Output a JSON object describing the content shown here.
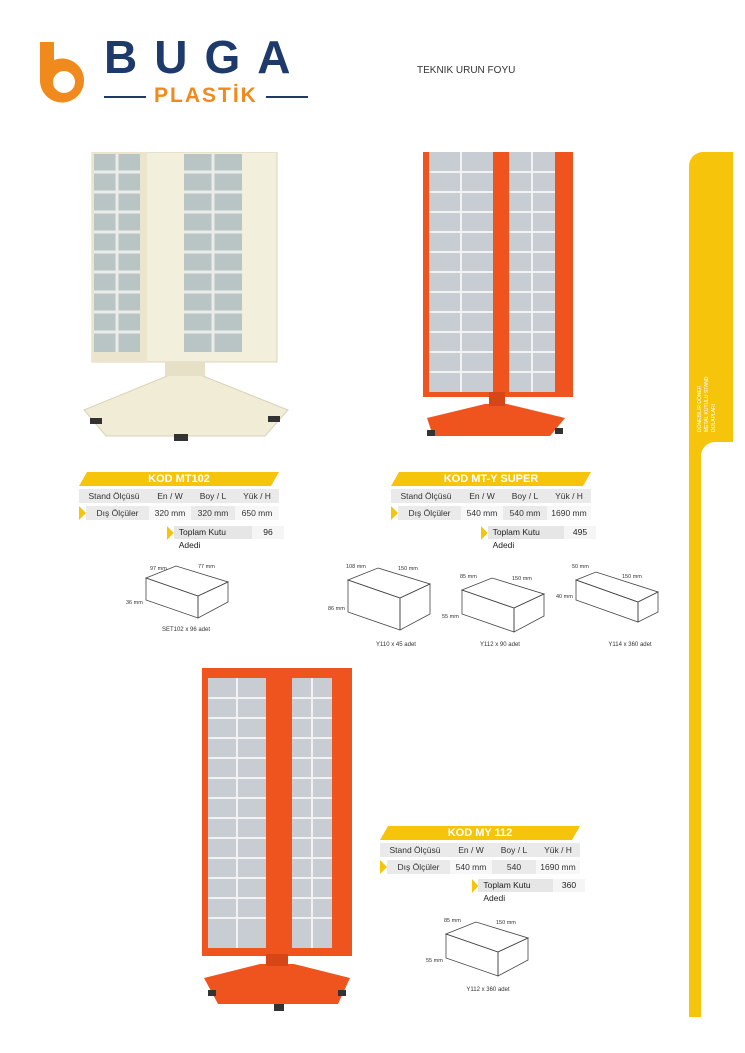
{
  "brand": {
    "name": "BUGA",
    "sub": "PLASTİK"
  },
  "document_title": "TEKNIK URUN FOYU",
  "sidebar_label": [
    "DÖNEBİLİR DÖNER",
    "METAL KUTULU STAND",
    "DOLAPLARI"
  ],
  "colors": {
    "brand_blue": "#1d3a6b",
    "brand_orange": "#f08a1c",
    "accent_yellow": "#f6c40a",
    "stand_orange": "#f0541e",
    "stand_cream": "#f3efdd"
  },
  "headers": {
    "stand": "Stand Ölçüsü",
    "w": "En / W",
    "l": "Boy / L",
    "h": "Yük / H",
    "dims": "Dış Ölçüler",
    "total": "Toplam Kutu Adedi"
  },
  "products": [
    {
      "code": "KOD MT102",
      "w": "320 mm",
      "l": "320 mm",
      "h": "650 mm",
      "total": "96"
    },
    {
      "code": "KOD MT-Y SUPER",
      "w": "540 mm",
      "l": "540 mm",
      "h": "1690 mm",
      "total": "495"
    },
    {
      "code": "KOD MY 112",
      "w": "540 mm",
      "l": "540",
      "h": "1690 mm",
      "total": "360"
    }
  ],
  "boxes": [
    {
      "caption": "SET102 x 96 adet",
      "w": "97 mm",
      "l": "77 mm",
      "h": "36 mm"
    },
    {
      "caption": "Y110 x 45 adet",
      "w": "108 mm",
      "l": "150 mm",
      "h": "86 mm"
    },
    {
      "caption": "Y112 x 90 adet",
      "w": "85 mm",
      "l": "150 mm",
      "h": "55 mm"
    },
    {
      "caption": "Y114 x 360 adet",
      "w": "50 mm",
      "l": "150 mm",
      "h": "40 mm"
    },
    {
      "caption": "Y112 x 360 adet",
      "w": "85 mm",
      "l": "150 mm",
      "h": "55 mm"
    }
  ]
}
